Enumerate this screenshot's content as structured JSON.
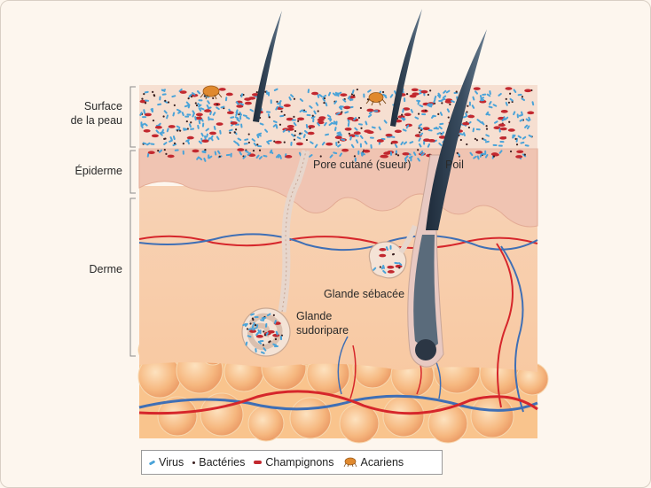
{
  "labels": {
    "surface_line1": "Surface",
    "surface_line2": "de la peau",
    "epiderme": "Épiderme",
    "derme": "Derme",
    "pore": "Pore cutané (sueur)",
    "poil": "Poil",
    "glande_sebacee": "Glande sébacée",
    "glande_sudoripare_line1": "Glande",
    "glande_sudoripare_line2": "sudoripare"
  },
  "legend": {
    "virus": "Virus",
    "bacteries": "Bactéries",
    "champignons": "Champignons",
    "acariens": "Acariens"
  },
  "colors": {
    "virus": "#4aa3d8",
    "bacteries": "#3a2020",
    "champignons": "#c2282f",
    "acarien": "#e0892e",
    "artery": "#d6262b",
    "vein": "#3f6fb5"
  },
  "icons": [
    "virus-icon",
    "bacteria-icon",
    "fungus-icon",
    "mite-icon"
  ]
}
